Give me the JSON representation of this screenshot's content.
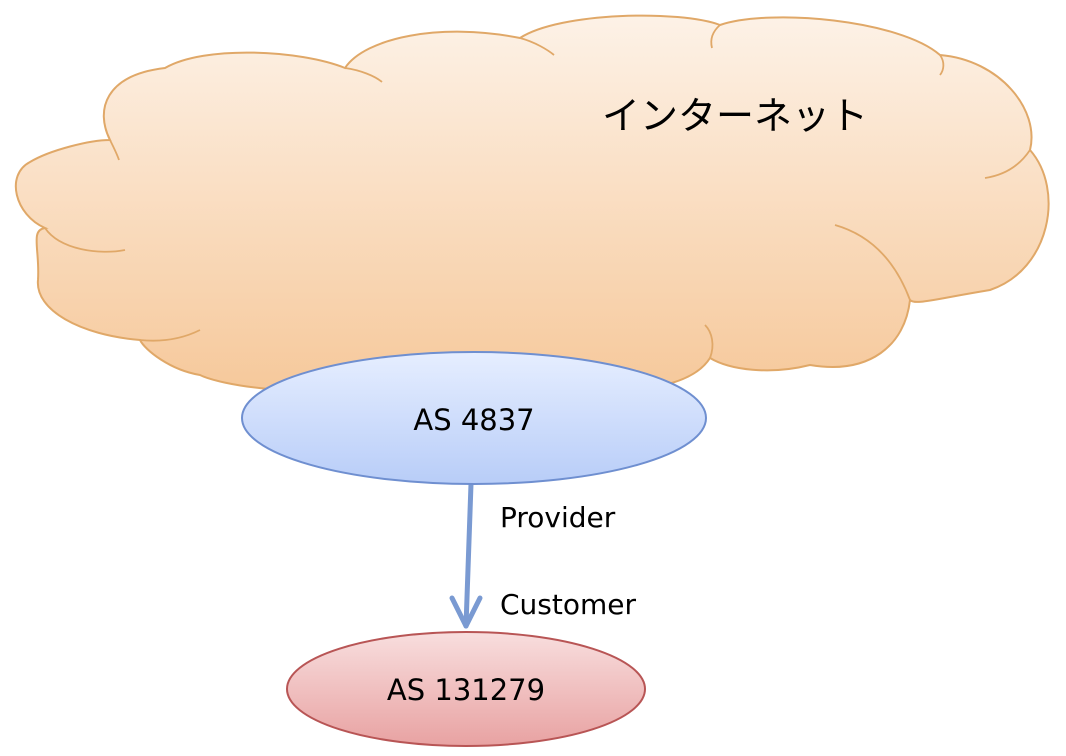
{
  "diagram": {
    "cloud": {
      "label": "インターネット",
      "fill_color": "#f6c89a",
      "stroke_color": "#e0a868"
    },
    "upstream_as": {
      "label": "AS 4837",
      "fill_color": "#bfd3f9",
      "stroke_color": "#6f8fd0"
    },
    "customer_as": {
      "label": "AS 131279",
      "fill_color": "#eba8a8",
      "stroke_color": "#b85555"
    },
    "link": {
      "provider_label": "Provider",
      "customer_label": "Customer",
      "color": "#7a9ad2"
    }
  }
}
